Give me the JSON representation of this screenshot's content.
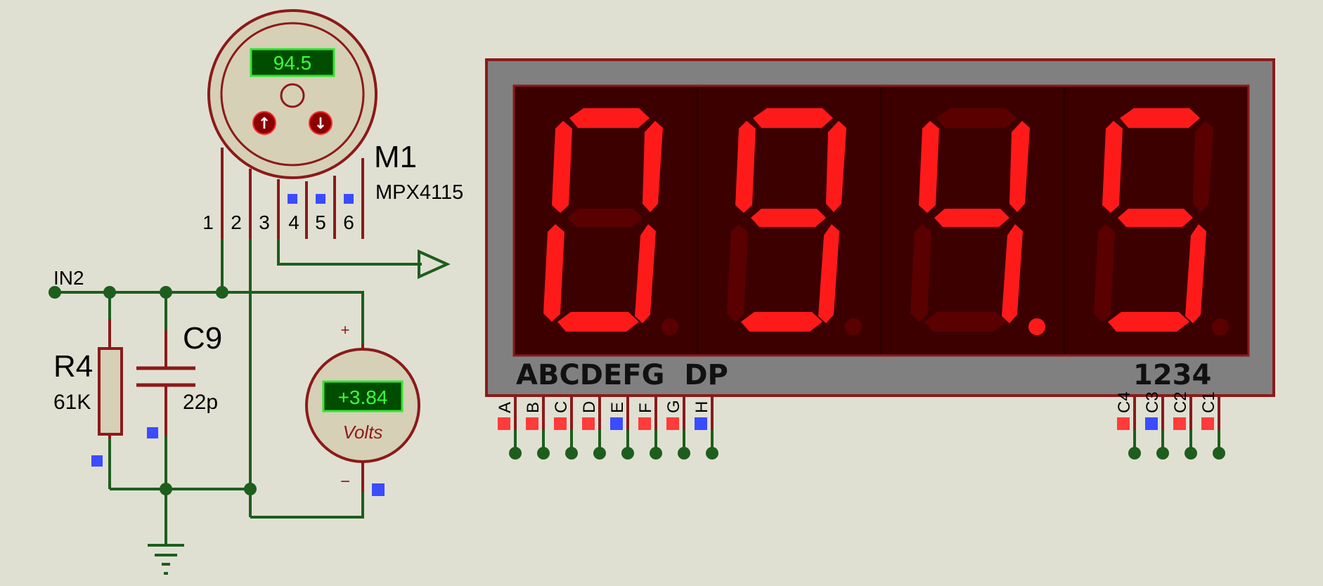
{
  "sensor": {
    "ref": "M1",
    "part": "MPX4115",
    "reading": "94.5",
    "up_button": "↑",
    "down_button": "↓",
    "pins": [
      "1",
      "2",
      "3",
      "4",
      "5",
      "6"
    ]
  },
  "net_label": "IN2",
  "resistor": {
    "ref": "R4",
    "value": "61K"
  },
  "capacitor": {
    "ref": "C9",
    "value": "22p"
  },
  "voltmeter": {
    "reading": "+3.84",
    "unit": "Volts",
    "plus": "+",
    "minus": "−"
  },
  "display": {
    "digits": [
      {
        "seg": "abcdef",
        "dp": false
      },
      {
        "seg": "abcdfg",
        "dp": false
      },
      {
        "seg": "bcfg",
        "dp": true
      },
      {
        "seg": "acdfg",
        "dp": false
      }
    ],
    "segment_label": "ABCDEFG  DP",
    "digit_label": "1234",
    "segment_pins": [
      "A",
      "B",
      "C",
      "D",
      "E",
      "F",
      "G",
      "H"
    ],
    "digit_pins": [
      "C4",
      "C3",
      "C2",
      "C1"
    ],
    "segment_pin_states": [
      "red",
      "red",
      "red",
      "red",
      "blue",
      "red",
      "red",
      "blue"
    ],
    "digit_pin_states": [
      "red",
      "blue",
      "red",
      "red"
    ]
  },
  "colors": {
    "background": "#e0e0d2",
    "wire": "#1d5e1d",
    "component": "#8b1a1a",
    "segment_on": "#ff1a1a",
    "segment_off": "#5a0000",
    "lcd_text": "#3cff3c",
    "logic_high": "#ff3b3b",
    "logic_low": "#3b4bff"
  }
}
